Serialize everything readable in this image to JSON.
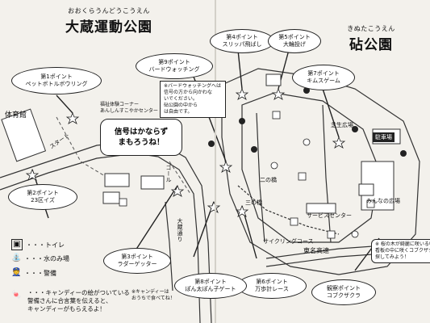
{
  "parks": {
    "okura": {
      "ruby": "おおくらうんどうこうえん",
      "name": "大蔵運動公園"
    },
    "kinuta": {
      "ruby": "きぬたこうえん",
      "name": "砧公園"
    }
  },
  "checkpoints": {
    "p1": [
      "第1ポイント",
      "ペットボトルボウリング"
    ],
    "p2": [
      "第2ポイント",
      "23区イズ"
    ],
    "p3": [
      "第3ポイント",
      "ラダーゲッター"
    ],
    "p4": [
      "第4ポイント",
      "スリッパ飛ばし"
    ],
    "p5": [
      "第5ポイント",
      "大輪投げ"
    ],
    "p6": [
      "第6ポイント",
      "万歩計レース"
    ],
    "p7": [
      "第7ポイント",
      "キムスゲーム"
    ],
    "p8": [
      "第8ポイント",
      "ぽん太ぽん子ゲート"
    ],
    "p9": [
      "第9ポイント",
      "バードウォッチング"
    ],
    "kansho": [
      "観察ポイント",
      "コブクザクラ"
    ]
  },
  "notes": {
    "bird": [
      "※バードウォッチングへは",
      "信号の方から向かわな",
      "いでください。",
      "砧公園の中から",
      "は自由です。"
    ],
    "fukushi": [
      "福祉体験コーナー",
      "あんしんすこやかセンター"
    ],
    "sakura": [
      "※ 桜の木が綺麗に咲いる中",
      "看板の中に咲くコブクザクラを",
      "探してみよう！"
    ]
  },
  "warning": [
    "信号はかならず",
    "まもろうね！"
  ],
  "map_labels": {
    "taiikukan": "体育館",
    "start": "スタート",
    "goal": "ゴール",
    "oguri": "大蔵通り",
    "cycling": "サイクリングコース",
    "tomei": "東名高速",
    "service": "サービスセンター",
    "hiroba": "みんなの広場",
    "nikai": "二の橋",
    "sannohashi": "三の橋",
    "parking": "駐車場",
    "yoshiba": "芝生広場"
  },
  "legend": {
    "toilet": "・・・トイレ",
    "water": "・・・水のみ場",
    "guard": "・・・警備",
    "candy": [
      "・・・キャンディーの絵がついている",
      "警備さんに合言葉を伝えると、",
      "キャンディーがもらえるよ！"
    ],
    "sub": [
      "※キャンディーは",
      "おうちで食べてね！"
    ]
  }
}
